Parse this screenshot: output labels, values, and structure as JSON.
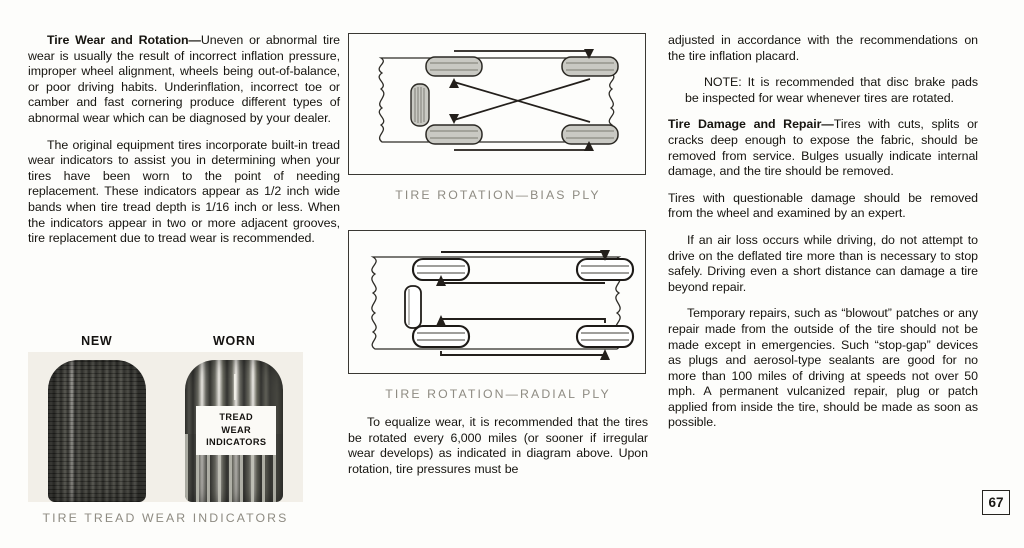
{
  "page": {
    "number": "67",
    "background": "#fdfdfb",
    "ink": "#16140f",
    "caption_color": "#8e8b82"
  },
  "left_column": {
    "paragraphs": [
      {
        "lead": "Tire Wear and Rotation—",
        "text": "Uneven or abnormal tire wear is usually the result of incorrect inflation pressure, improper wheel alignment, wheels being out-of-balance, or poor driving habits. Underinflation, incorrect toe or camber and fast cornering produce different types of abnormal wear which can be diagnosed by your dealer."
      },
      {
        "lead": "",
        "text": "The original equipment tires incorporate built-in tread wear indicators to assist you in determining when your tires have been worn to the point of needing replacement. These indicators appear as 1/2 inch wide bands when tire tread depth is 1/16 inch or less. When the indicators appear in two or more adjacent grooves, tire replacement due to tread wear is recommended."
      }
    ]
  },
  "tread_figure": {
    "label_new": "NEW",
    "label_worn": "WORN",
    "callout_lines": [
      "TREAD",
      "WEAR",
      "INDICATORS"
    ],
    "caption": "TIRE TREAD WEAR INDICATORS"
  },
  "diagrams": [
    {
      "id": "bias-ply",
      "caption": "TIRE ROTATION—BIAS PLY",
      "pattern": "cross",
      "tire_fill": "#c9c9c3",
      "description": "Four road wheels plus spare shown in car outline; arrows cross front-to-rear diagonally."
    },
    {
      "id": "radial-ply",
      "caption": "TIRE ROTATION—RADIAL PLY",
      "pattern": "straight",
      "tire_fill": "#ffffff",
      "description": "Four road wheels plus spare shown in car outline; arrows swap front and rear on the same side."
    }
  ],
  "middle_column": {
    "paragraphs": [
      {
        "lead": "",
        "text": "To equalize wear, it is recommended that the tires be rotated every 6,000 miles (or sooner if irregular wear develops) as indicated in diagram above. Upon rotation, tire pressures must be"
      }
    ]
  },
  "right_column": {
    "paragraphs": [
      {
        "style": "plain",
        "lead": "",
        "text": "adjusted in accordance with the recommendations on the tire inflation placard."
      },
      {
        "style": "note",
        "lead": "",
        "text": "NOTE: It is recommended that disc brake pads be inspected for wear whenever tires are rotated."
      },
      {
        "style": "plain",
        "lead": "Tire Damage and Repair—",
        "text": "Tires with cuts, splits or cracks deep enough to expose the fabric, should be removed from service. Bulges usually indicate internal damage, and the tire should be removed."
      },
      {
        "style": "plain",
        "lead": "",
        "text": "Tires with questionable damage should be removed from the wheel and examined by an expert."
      },
      {
        "style": "indent",
        "lead": "",
        "text": "If an air loss occurs while driving, do not attempt to drive on the deflated tire more than is necessary to stop safely. Driving even a short distance can damage a tire beyond repair."
      },
      {
        "style": "indent",
        "lead": "",
        "text": "Temporary repairs, such as “blowout” patches or any repair made from the outside of the tire should not be made except in emergencies. Such “stop-gap” devices as plugs and aerosol-type sealants are good for no more than 100 miles of driving at speeds not over 50 mph. A permanent vulcanized repair, plug or patch applied from inside the tire, should be made as soon as possible."
      }
    ]
  }
}
